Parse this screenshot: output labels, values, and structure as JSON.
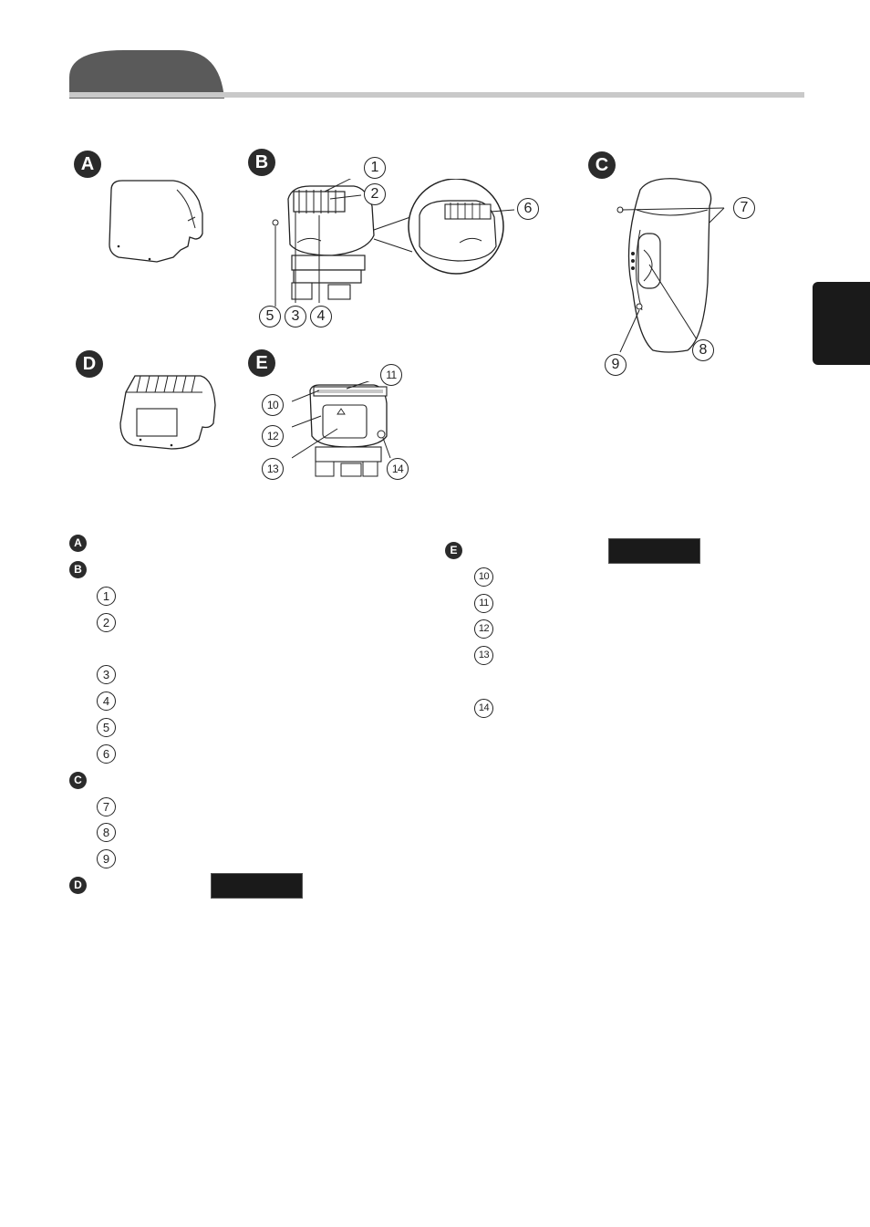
{
  "header": {
    "tab_color": "#5a5a5a",
    "line_color": "#c9c9c9"
  },
  "figure_badges": {
    "a": "A",
    "b": "B",
    "c": "C",
    "d": "D",
    "e": "E"
  },
  "figure_callouts": [
    "1",
    "2",
    "3",
    "4",
    "5",
    "6",
    "7",
    "8",
    "9",
    "10",
    "11",
    "12",
    "13",
    "14"
  ],
  "legend": {
    "a": "A",
    "b": "B",
    "b_items": [
      "1",
      "2",
      "3",
      "4",
      "5",
      "6"
    ],
    "c": "C",
    "c_items": [
      "7",
      "8",
      "9"
    ],
    "d": "D",
    "e": "E",
    "e_items": [
      "10",
      "11",
      "12",
      "13",
      "14"
    ]
  }
}
